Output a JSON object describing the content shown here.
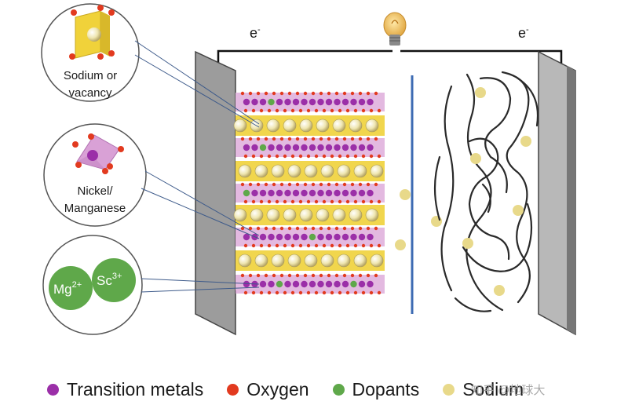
{
  "electron_left": "e",
  "electron_right": "e",
  "electron_superscript": "-",
  "insets": {
    "sodium": "Sodium or vacancy",
    "sodium_line1": "Sodium or",
    "sodium_line2": "vacancy",
    "nickel_line1": "Nickel/",
    "nickel_line2": "Manganese",
    "mg_ion": "Mg",
    "mg_charge": "2+",
    "sc_ion": "Sc",
    "sc_charge": "3+"
  },
  "legend": [
    {
      "label": "Transition metals",
      "color": "#9b2fa8"
    },
    {
      "label": "Oxygen",
      "color": "#e23a1f"
    },
    {
      "label": "Dopants",
      "color": "#5fa84a"
    },
    {
      "label": "Sodium",
      "color": "#e8d98a"
    }
  ],
  "colors": {
    "transition_metal": "#9b2fa8",
    "oxygen": "#e23a1f",
    "dopant": "#5fa84a",
    "sodium": "#efe6b0",
    "layer_yellow": "#f0d23a",
    "layer_pink": "#d9a1d6",
    "separator": "#3d6bb3",
    "electrode": "#9a9a9a"
  },
  "watermark": "知乎 @地球大"
}
